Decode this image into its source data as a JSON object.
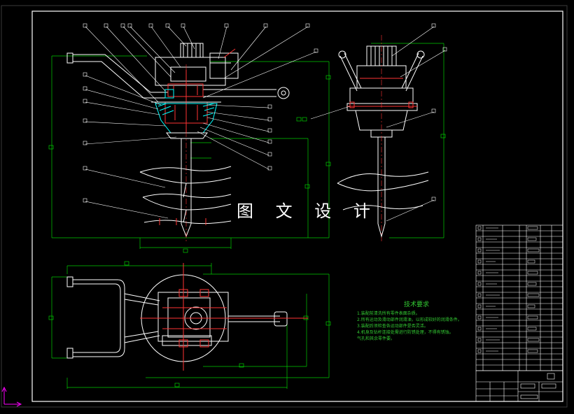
{
  "drawing": {
    "watermark": "图 文 设 计",
    "technical_notes": {
      "title": "技术要求",
      "items": [
        "1.装配前清洗所有零件表面杂质。",
        "2.所有运动及滑动部件润滑油，以形成较好的润滑条件。",
        "3.装配后须检查各运动部件是否灵活。",
        "4.机身及钻杆连接处需进行防锈处理，不得有锈蚀。",
        "气孔和其余零件要。"
      ]
    },
    "colors": {
      "background": "#000000",
      "border": "#ffffff",
      "geometry": "#ffffff",
      "dimension": "#00cc00",
      "leader": "#ffffff",
      "section": "#ff3333",
      "hatch": "#00ffff",
      "centerline": "#ff3333",
      "frame_accent": "#ff00ff",
      "notes": "#33cc33"
    },
    "views": [
      "front-view",
      "side-view",
      "top-view",
      "parts-list",
      "title-block"
    ]
  }
}
